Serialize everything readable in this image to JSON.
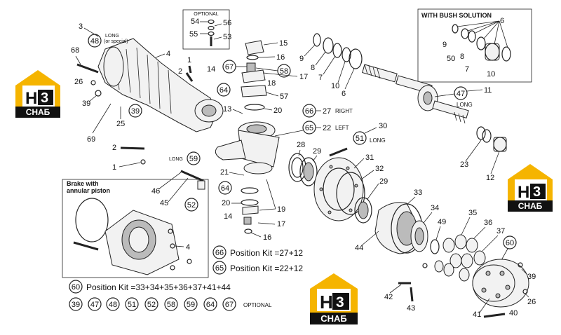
{
  "diagram": {
    "optional_box_title": "OPTIONAL",
    "bush_title": "WITH BUSH SOLUTION",
    "brake_title_line1": "Brake with",
    "brake_title_line2": "annular piston",
    "kits": [
      {
        "circle": "66",
        "text": "Position Kit =27+12"
      },
      {
        "circle": "65",
        "text": "Position Kit =22+12"
      },
      {
        "circle": "60",
        "text": "Position Kit =33+34+35+36+37+41+44"
      }
    ],
    "optional_row": [
      "39",
      "47",
      "48",
      "51",
      "52",
      "58",
      "59",
      "64",
      "67"
    ],
    "optional_label": "OPTIONAL",
    "labels": {
      "long": "LONG",
      "or_special": "(or special)",
      "right": "RIGHT",
      "left": "LEFT"
    },
    "logo": {
      "h": "H",
      "three": "3",
      "word": "СНАБ"
    }
  }
}
